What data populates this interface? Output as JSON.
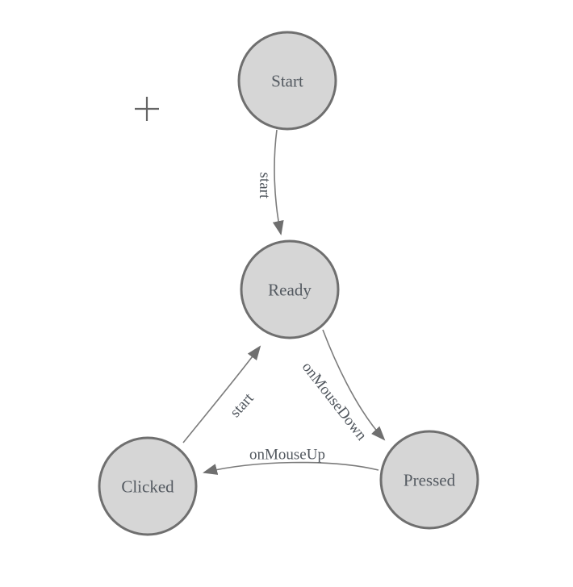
{
  "app": {
    "kind": "state-machine-diagram-canvas",
    "background": "#ffffff"
  },
  "diagram": {
    "nodes": [
      {
        "id": "start",
        "label": "Start"
      },
      {
        "id": "ready",
        "label": "Ready"
      },
      {
        "id": "clicked",
        "label": "Clicked"
      },
      {
        "id": "pressed",
        "label": "Pressed"
      }
    ],
    "edges": [
      {
        "from": "start",
        "to": "ready",
        "label": "start"
      },
      {
        "from": "ready",
        "to": "pressed",
        "label": "onMouseDown"
      },
      {
        "from": "pressed",
        "to": "clicked",
        "label": "onMouseUp"
      },
      {
        "from": "clicked",
        "to": "ready",
        "label": "start"
      }
    ],
    "colors": {
      "node_fill": "#d6d6d6",
      "node_stroke": "#6f6f6f",
      "edge_stroke": "#7b7b7b",
      "arrow_fill": "#6f6f6f",
      "label_text": "#545a61",
      "background": "#ffffff"
    },
    "icons": [
      {
        "name": "crosshair-plus-icon",
        "meaning": "canvas crosshair marker"
      }
    ]
  }
}
